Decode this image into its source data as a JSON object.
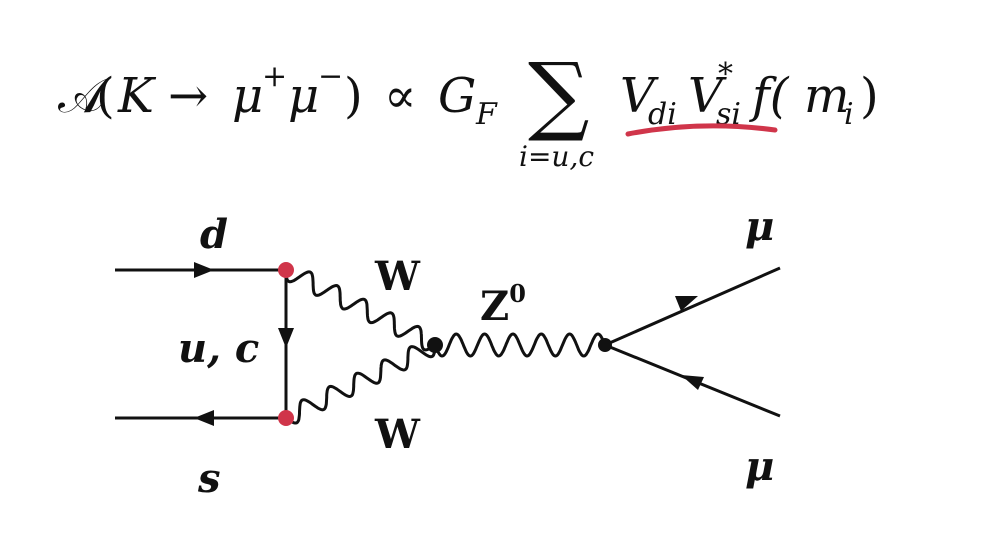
{
  "formula": {
    "amplitude": "𝒜",
    "open_paren": "(",
    "initial": "K",
    "arrow": "→",
    "mu1": "μ",
    "plus": "+",
    "mu2": "μ",
    "minus": "−",
    "close_paren": ")",
    "propto": "∝",
    "coupling": "G",
    "coupling_sub": "F",
    "sum_symbol": "∑",
    "sum_limits": "i=u,c",
    "v1": "V",
    "v1_sub": "di",
    "v2": "V",
    "v2_sup": "*",
    "v2_sub": "si",
    "func": "f(",
    "arg": "m",
    "arg_sub": "i",
    "func_close": ")",
    "highlight_color": "#d0354a"
  },
  "diagram": {
    "label_d": "d",
    "label_s": "s",
    "label_uc": "u, c",
    "label_w_top": "W",
    "label_w_bottom": "W",
    "label_z": "Z",
    "label_z_sup": "0",
    "label_mu_top": "μ",
    "label_mu_bottom": "μ",
    "vertex_color": "#d0354a",
    "line_color": "#111111"
  }
}
